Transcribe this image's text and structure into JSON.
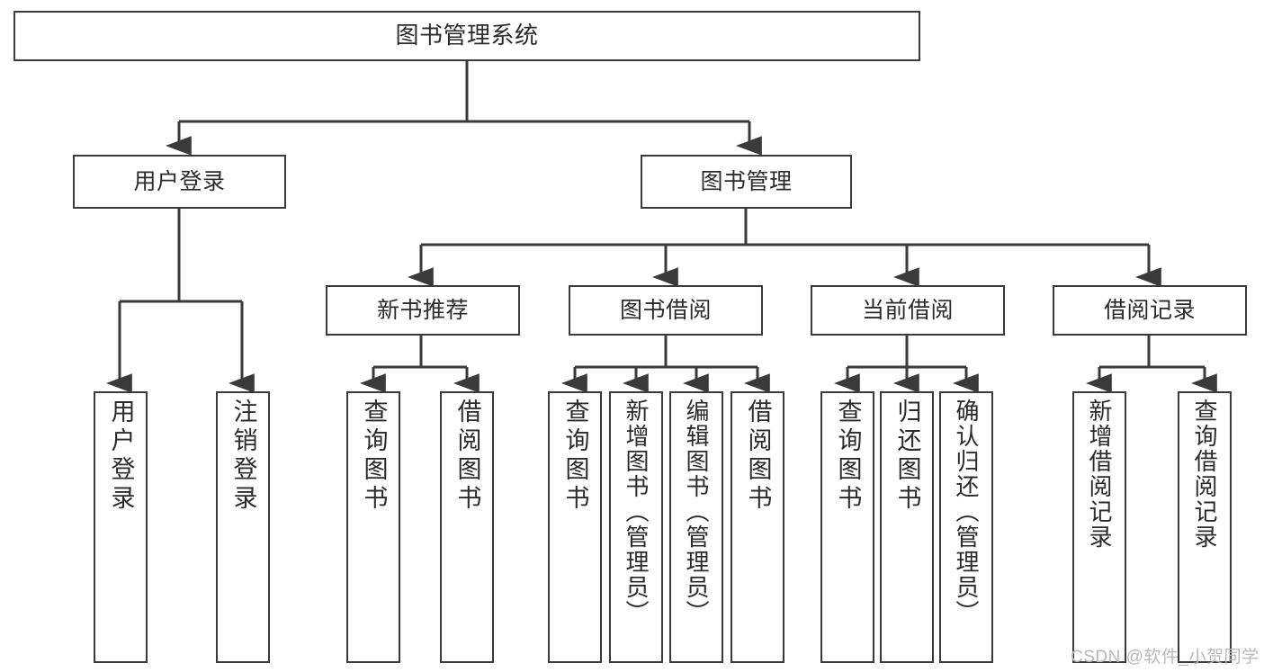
{
  "diagram": {
    "title": "图书管理系统",
    "type": "tree",
    "watermark": "CSDN @软件_小贺同学",
    "colors": {
      "box_border": "#3a3a3a",
      "box_fill": "#ffffff",
      "text": "#2b2b2b",
      "edge": "#3a3a3a",
      "background": "#ffffff",
      "watermark": "#b9b9b9"
    },
    "nodes": {
      "root": {
        "label": "图书管理系统"
      },
      "level1": [
        {
          "id": "user-login",
          "label": "用户登录"
        },
        {
          "id": "book-manage",
          "label": "图书管理"
        }
      ],
      "level2": [
        {
          "id": "new-book-rec",
          "label": "新书推荐"
        },
        {
          "id": "book-borrow",
          "label": "图书借阅"
        },
        {
          "id": "current-borrow",
          "label": "当前借阅"
        },
        {
          "id": "borrow-record",
          "label": "借阅记录"
        }
      ],
      "leaves": {
        "user-login": [
          {
            "id": "leaf-user-login",
            "label": "用户登录"
          },
          {
            "id": "leaf-user-logout",
            "label": "注销登录"
          }
        ],
        "new-book-rec": [
          {
            "id": "leaf-query-book-1",
            "label": "查询图书"
          },
          {
            "id": "leaf-borrow-book-1",
            "label": "借阅图书"
          }
        ],
        "book-borrow": [
          {
            "id": "leaf-query-book-2",
            "label": "查询图书"
          },
          {
            "id": "leaf-add-book",
            "label": "新增图书（管理员）"
          },
          {
            "id": "leaf-edit-book",
            "label": "编辑图书（管理员）"
          },
          {
            "id": "leaf-borrow-book-2",
            "label": "借阅图书"
          }
        ],
        "current-borrow": [
          {
            "id": "leaf-query-book-3",
            "label": "查询图书"
          },
          {
            "id": "leaf-return-book",
            "label": "归还图书"
          },
          {
            "id": "leaf-confirm-return",
            "label": "确认归还（管理员）"
          }
        ],
        "borrow-record": [
          {
            "id": "leaf-add-record",
            "label": "新增借阅记录"
          },
          {
            "id": "leaf-query-record",
            "label": "查询借阅记录"
          }
        ]
      }
    }
  }
}
